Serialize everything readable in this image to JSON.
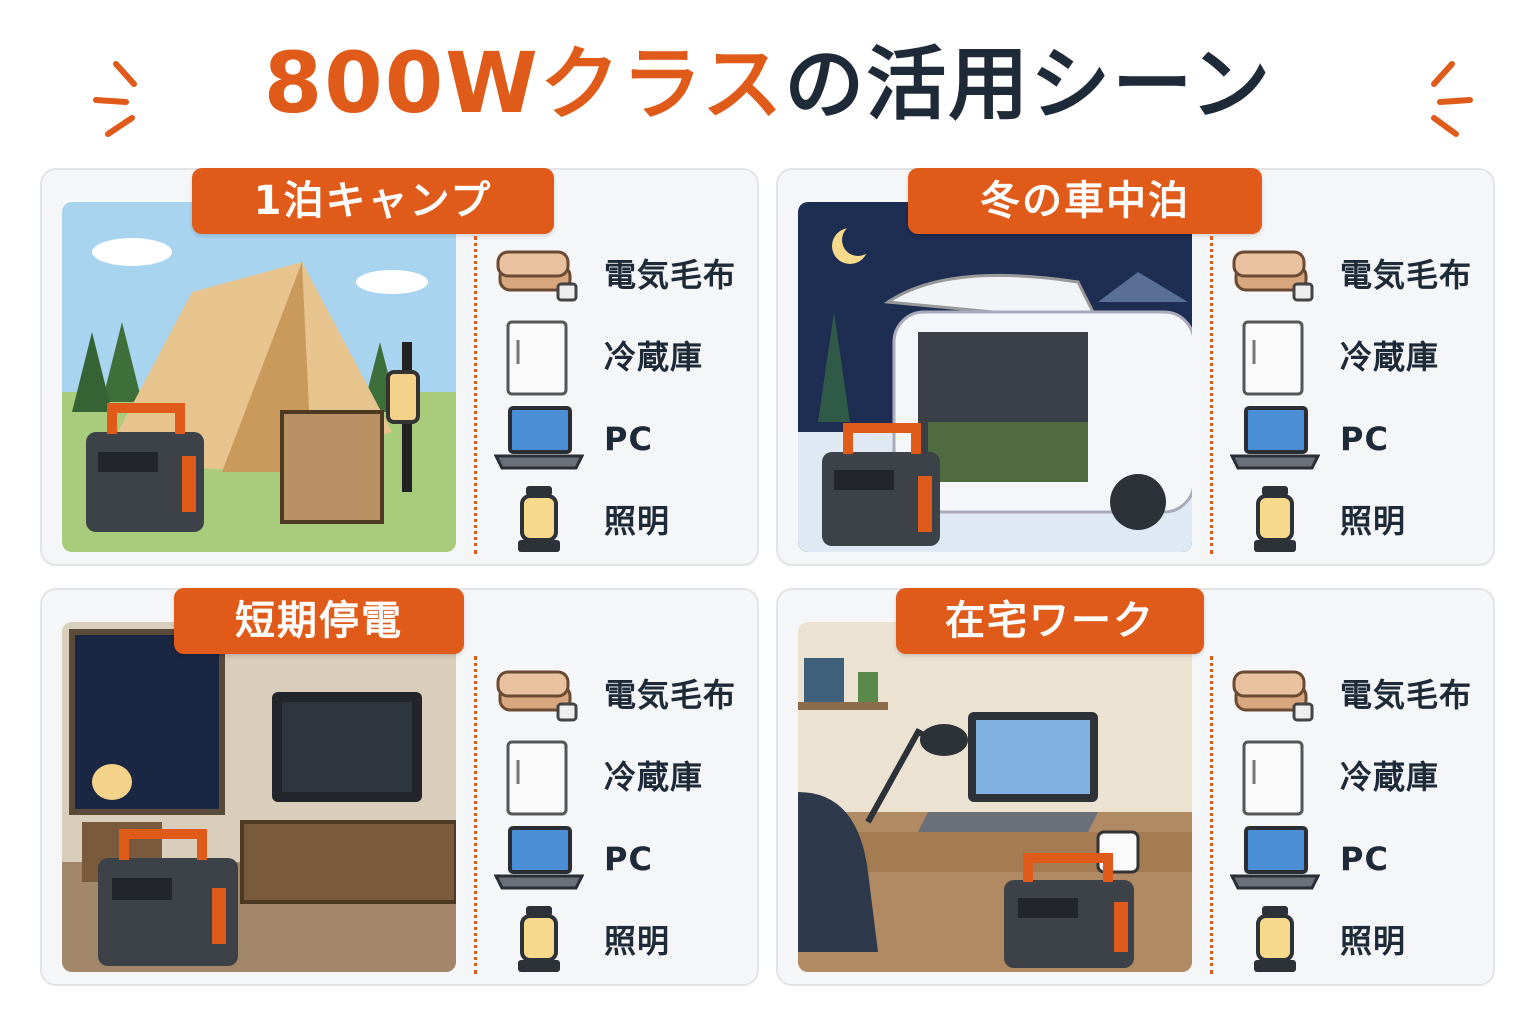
{
  "title": {
    "part1": "800W",
    "part2": "クラス",
    "part3": "の活用シーン"
  },
  "colors": {
    "accent": "#e05a1a",
    "text": "#1f2a38",
    "card_bg": "#f5f6f8"
  },
  "scenes": [
    {
      "label": "1泊キャンプ",
      "illustration": "camping-scene"
    },
    {
      "label": "冬の車中泊",
      "illustration": "winter-car-sleep-scene"
    },
    {
      "label": "短期停電",
      "illustration": "power-outage-scene"
    },
    {
      "label": "在宅ワーク",
      "illustration": "home-work-scene"
    }
  ],
  "devices": [
    {
      "label": "電気毛布",
      "icon": "electric-blanket-icon"
    },
    {
      "label": "冷蔵庫",
      "icon": "refrigerator-icon"
    },
    {
      "label": "PC",
      "icon": "laptop-icon"
    },
    {
      "label": "照明",
      "icon": "lantern-icon"
    }
  ]
}
